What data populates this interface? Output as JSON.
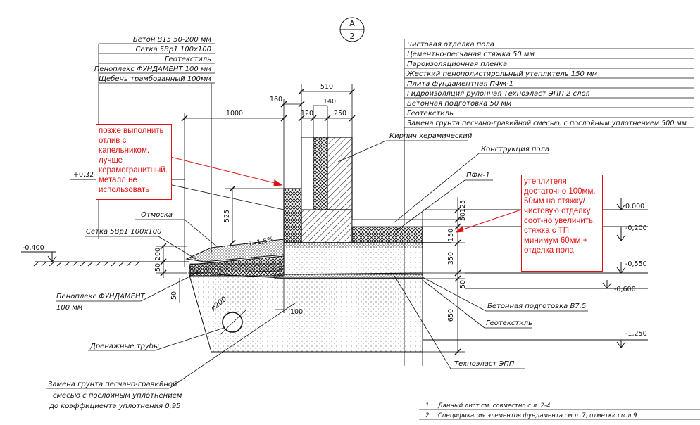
{
  "section_marker": {
    "letter": "А",
    "number": "2"
  },
  "left_layers": [
    "Бетон В15 50-200 мм",
    "Сетка 5Вр1 100х100",
    "Геотекстиль",
    "Пеноплекс ФУНДАМЕНТ 100 мм",
    "Щебень трамбованный 100мм"
  ],
  "right_layers": [
    "Чистовая отделка пола",
    "Цементно-песчаная стяжка 50 мм",
    "Пароизоляционная пленка",
    "Жесткий пенополистирольный утеплитель 150 мм",
    "Плита фундаментная ПФм-1",
    "Гидроизоляция рулонная Техноэласт ЭПП 2 слоя",
    "Бетонная подготовка 50 мм",
    "Геотекстиль",
    "Замена грунта песчано-гравийной смесью. с послойным уплотнением 500 мм"
  ],
  "callouts": {
    "brick": "Кирпич керамический",
    "floor": "Конструкция пола",
    "slab": "ПФм-1",
    "blind_area": "Отмоска",
    "mesh": "Сетка 5Вр1 100х100",
    "foam_line1": "Пеноплекс ФУНДАМЕНТ",
    "foam_line2": "100 мм",
    "drain": "Дренажные трубы",
    "concrete_prep": "Бетонная подготовка В7.5",
    "geotextile": "Геотекстиль",
    "technoelast": "Техноэласт ЭПП",
    "soil_line1": "Замена грунта песчано-гравийной",
    "soil_line2": "смесью с послойным уплотнением",
    "soil_line3": "до коэффициента уплотнения 0,95",
    "pipe_diameter": "ø200",
    "slope": "i=1,5%"
  },
  "dimensions": {
    "d1000": "1000",
    "d160": "160",
    "d510": "510",
    "d120": "120",
    "d140": "140",
    "d250": "250",
    "d525": "525",
    "d200": "200",
    "d50a": "50",
    "d50b": "50",
    "d100": "100",
    "d125": "125",
    "d50c": "50",
    "d150": "150",
    "d350": "350",
    "d50d": "50",
    "d650": "650"
  },
  "elevations": {
    "plus032": "+0.32",
    "minus0400": "-0.400",
    "e0000": "0.000",
    "e0200": "-0,200",
    "e0550": "-0,550",
    "e0600": "-0,600",
    "e1250": "-1,250"
  },
  "notes": {
    "left": "позже выполнить\nотлив с\nкапельником.\nлучше\nкерамогранитный.\nметалл не\nиспользовать",
    "right": "утеплителя\nдостаточно 100мм.\n50мм на стяжку/\nчистовую отделку\nсоот-но увеличить.\nстяжка с ТП\nминимум 60мм +\nотделка пола"
  },
  "footnotes": [
    {
      "num": "1.",
      "text": "Данный лист см. совместно с л. 2-4"
    },
    {
      "num": "2.",
      "text": "Спецификация элементов фундамента см.л. 7, отметки см.л.9"
    }
  ],
  "colors": {
    "ink": "#111111",
    "note": "#e01010",
    "hatch": "#111111"
  }
}
